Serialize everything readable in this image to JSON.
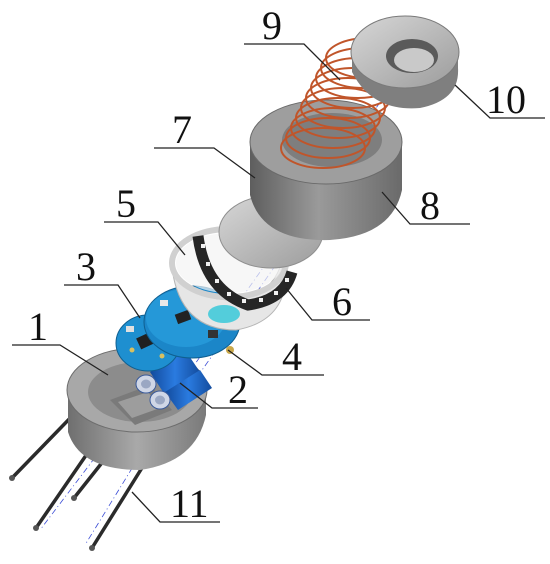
{
  "diagram": {
    "labels": [
      {
        "id": "1",
        "text": "1"
      },
      {
        "id": "2",
        "text": "2"
      },
      {
        "id": "3",
        "text": "3"
      },
      {
        "id": "4",
        "text": "4"
      },
      {
        "id": "5",
        "text": "5"
      },
      {
        "id": "6",
        "text": "6"
      },
      {
        "id": "7",
        "text": "7"
      },
      {
        "id": "8",
        "text": "8"
      },
      {
        "id": "9",
        "text": "9"
      },
      {
        "id": "10",
        "text": "10"
      },
      {
        "id": "11",
        "text": "11"
      }
    ],
    "colors": {
      "gray_body": "#8a8a8a",
      "gray_light": "#bcbcbc",
      "pcb_blue": "#1e8fd0",
      "battery_blue": "#1b5fc0",
      "coil_copper": "#c0552a",
      "led_strip": "#2a2a2a",
      "diffuser_white": "#f2f2f2",
      "axis_line": "#3a4cd6"
    }
  }
}
